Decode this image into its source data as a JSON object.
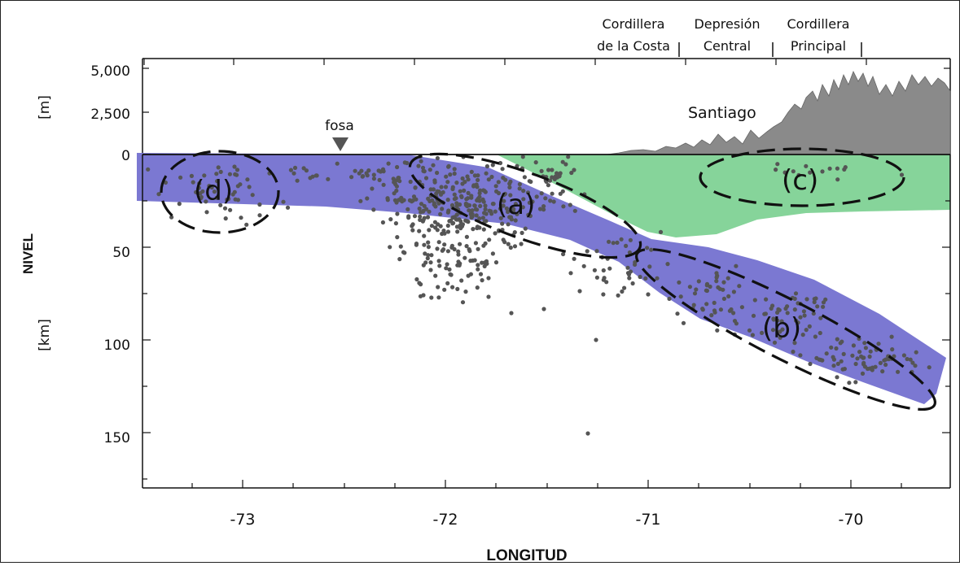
{
  "header": {
    "regions": [
      {
        "line1": "Cordillera",
        "line2": "de la Costa"
      },
      {
        "line1": "Depresión",
        "line2": "Central"
      },
      {
        "line1": "Cordillera",
        "line2": "Principal"
      }
    ]
  },
  "top_panel": {
    "y_unit": "[m]",
    "y_ticks": [
      "5,000",
      "2,500",
      "0"
    ],
    "trench_label": "fosa",
    "city_label": "Santiago"
  },
  "main_panel": {
    "y_title": "NIVEL",
    "y_unit": "[km]",
    "y_ticks": [
      "0",
      "50",
      "100",
      "150"
    ],
    "x_ticks": [
      "-73",
      "-72",
      "-71",
      "-70"
    ],
    "x_title": "LONGITUD",
    "zone_labels": [
      "(a)",
      "(b)",
      "(c)",
      "(d)"
    ]
  },
  "colors": {
    "slab": "#7b78d2",
    "crust": "#86d49a",
    "topography": "#8a8a8a",
    "seismicity": "#555555",
    "ellipse": "#111111"
  }
}
